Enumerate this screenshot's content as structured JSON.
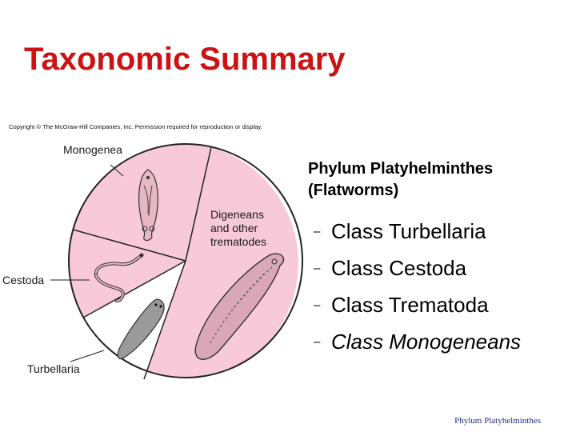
{
  "slide": {
    "title": "Taxonomic Summary",
    "footer": "Phylum Platyhelminthes"
  },
  "figure": {
    "copyright": "Copyright © The McGraw-Hill Companies, Inc. Permission required for reproduction or display.",
    "labels": {
      "monogenea": "Monogenea",
      "digeneans_line1": "Digeneans",
      "digeneans_line2": "and other",
      "digeneans_line3": "trematodes",
      "cestoda": "Cestoda",
      "turbellaria": "Turbellaria"
    },
    "colors": {
      "segment_fill": "#f8c9d8",
      "turbellaria_fill": "#ffffff",
      "outline": "#222222"
    }
  },
  "content": {
    "phylum_line1": "Phylum Platyhelminthes",
    "phylum_line2": "(Flatworms)",
    "bullet_symbol": "–",
    "classes": [
      {
        "label": "Class Turbellaria"
      },
      {
        "label": "Class Cestoda"
      },
      {
        "label": "Class Trematoda"
      },
      {
        "label": "Class Monogeneans"
      }
    ]
  },
  "colors": {
    "title": "#cc1212",
    "footer": "#1f2f8a"
  }
}
